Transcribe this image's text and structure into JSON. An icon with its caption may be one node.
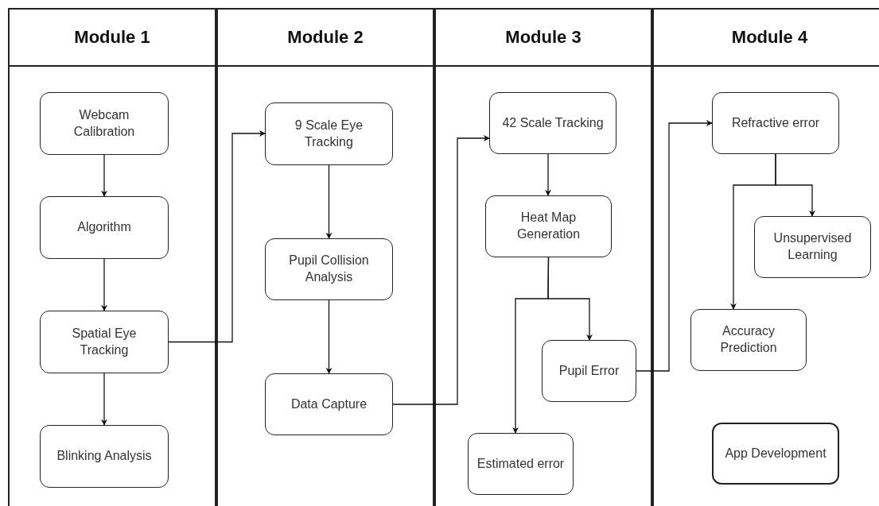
{
  "diagram": {
    "nodes": [
      {
        "text": [
          "Module 1"
        ]
      },
      {
        "text": [
          "Webcam Calibration"
        ],
        "in": 0
      },
      {
        "text": [
          "Algorithm"
        ],
        "in": 0
      },
      {
        "text": [
          "Spatial Eye Tracking"
        ],
        "in": 0
      },
      {
        "text": [
          "Blinking Analysis"
        ],
        "in": 0
      },
      {
        "text": [
          "Module 2"
        ]
      },
      {
        "text": [
          "9 Scale Eye Tracking"
        ],
        "in": 5
      },
      {
        "text": [
          "Pupil Collision Analysis"
        ],
        "in": 5
      },
      {
        "text": [
          "Data Capture"
        ],
        "in": 5
      },
      {
        "text": [
          "Module 3"
        ]
      },
      {
        "text": [
          "42 Scale Tracking"
        ],
        "in": 9
      },
      {
        "text": [
          "Heat Map Generation"
        ],
        "in": 9
      },
      {
        "text": [
          "Pupil Error"
        ],
        "in": 9
      },
      {
        "text": [
          "Estimated error"
        ],
        "in": 9
      },
      {
        "text": [
          "Module 4"
        ]
      },
      {
        "text": [
          "Refractive error"
        ],
        "in": 14
      },
      {
        "text": [
          "Unsupervised Learning"
        ],
        "in": 14
      },
      {
        "text": [
          "Accuracy Prediction"
        ],
        "in": 14
      },
      {
        "text": [
          "App Development"
        ],
        "in": 14
      }
    ],
    "edges": [
      {
        "from": 1,
        "to": 2,
        "arrow": "to"
      },
      {
        "from": 2,
        "to": 3,
        "arrow": "to"
      },
      {
        "from": 3,
        "to": 4,
        "arrow": "to"
      },
      {
        "from": 3,
        "to": 6,
        "arrow": "to"
      },
      {
        "from": 6,
        "to": 7,
        "arrow": "to"
      },
      {
        "from": 7,
        "to": 8,
        "arrow": "to"
      },
      {
        "from": 8,
        "to": 10,
        "arrow": "to"
      },
      {
        "from": 10,
        "to": 11,
        "arrow": "to"
      },
      {
        "from": 11,
        "to": 12,
        "arrow": "to"
      },
      {
        "from": 11,
        "to": 13,
        "arrow": "to"
      },
      {
        "from": 12,
        "to": 15,
        "arrow": "to"
      },
      {
        "from": 15,
        "to": 16,
        "arrow": "to"
      },
      {
        "from": 15,
        "to": 17,
        "arrow": "to"
      }
    ]
  }
}
